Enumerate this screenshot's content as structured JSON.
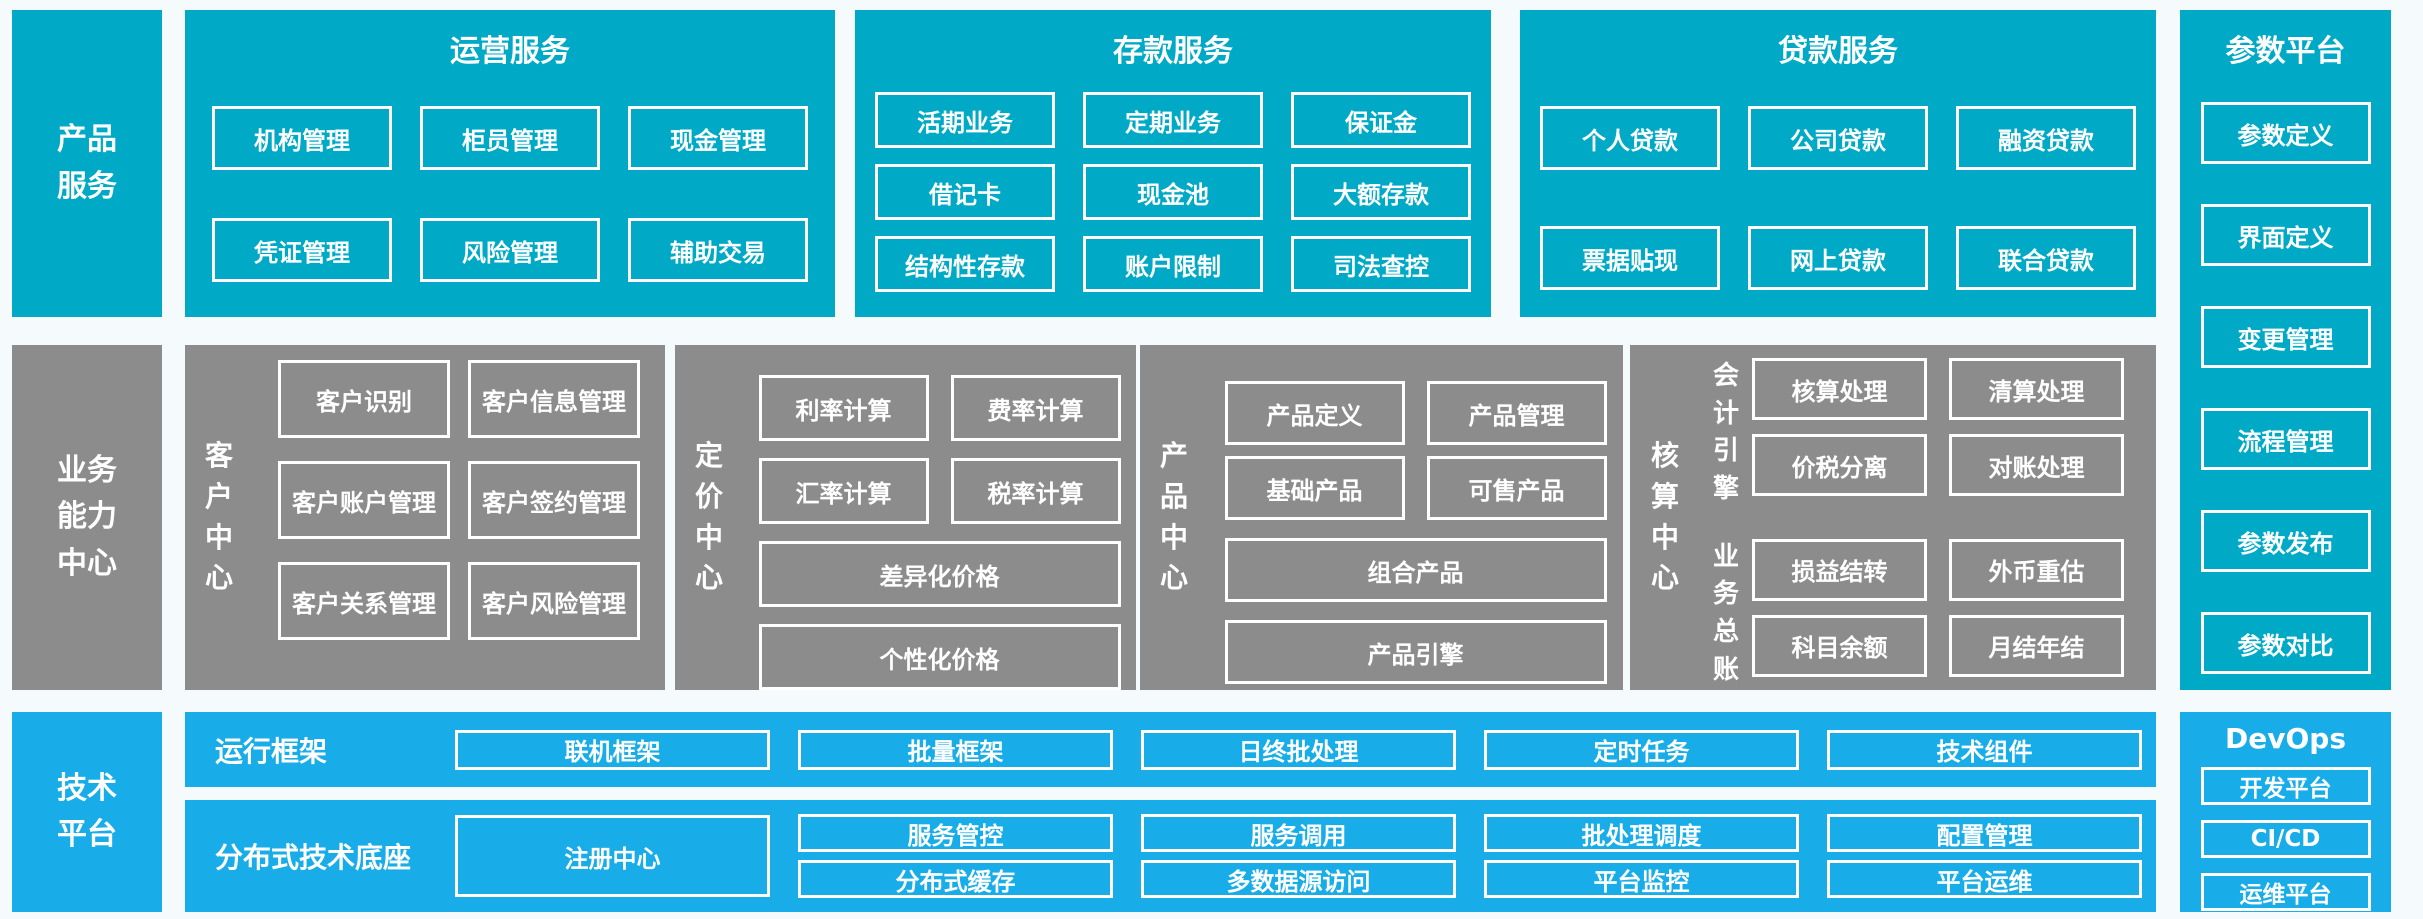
{
  "palette": {
    "teal": "#00AAC6",
    "gray": "#8C8C8C",
    "blue": "#18ADE9",
    "bg": "#F5FBFD",
    "fg": "#FFFFFF"
  },
  "row_labels": {
    "product_services": "产品服务",
    "business_capability_center": "业务能力中心",
    "technology_platform": "技术平台"
  },
  "operations_services": {
    "title": "运营服务",
    "boxes": [
      "机构管理",
      "柜员管理",
      "现金管理",
      "凭证管理",
      "风险管理",
      "辅助交易"
    ]
  },
  "deposit_services": {
    "title": "存款服务",
    "boxes": [
      "活期业务",
      "定期业务",
      "保证金",
      "借记卡",
      "现金池",
      "大额存款",
      "结构性存款",
      "账户限制",
      "司法查控"
    ]
  },
  "loan_services": {
    "title": "贷款服务",
    "boxes": [
      "个人贷款",
      "公司贷款",
      "融资贷款",
      "票据贴现",
      "网上贷款",
      "联合贷款"
    ]
  },
  "parameter_platform": {
    "title": "参数平台",
    "boxes": [
      "参数定义",
      "界面定义",
      "变更管理",
      "流程管理",
      "参数发布",
      "参数对比"
    ]
  },
  "customer_center": {
    "label": "客户中心",
    "boxes": [
      "客户识别",
      "客户信息管理",
      "客户账户管理",
      "客户签约管理",
      "客户关系管理",
      "客户风险管理"
    ]
  },
  "pricing_center": {
    "label": "定价中心",
    "boxes": [
      "利率计算",
      "费率计算",
      "汇率计算",
      "税率计算"
    ],
    "wide_boxes": [
      "差异化价格",
      "个性化价格"
    ]
  },
  "product_center": {
    "label": "产品中心",
    "boxes": [
      "产品定义",
      "产品管理",
      "基础产品",
      "可售产品"
    ],
    "wide_boxes": [
      "组合产品",
      "产品引擎"
    ]
  },
  "accounting_center": {
    "label": "核算中心",
    "groups": [
      {
        "label": "会计引擎",
        "boxes": [
          "核算处理",
          "清算处理",
          "价税分离",
          "对账处理"
        ]
      },
      {
        "label": "业务总账",
        "boxes": [
          "损益结转",
          "外币重估",
          "科目余额",
          "月结年结"
        ]
      }
    ]
  },
  "runtime_framework": {
    "label": "运行框架",
    "boxes": [
      "联机框架",
      "批量框架",
      "日终批处理",
      "定时任务",
      "技术组件"
    ]
  },
  "distributed_base": {
    "label": "分布式技术底座",
    "registry": "注册中心",
    "boxes": [
      "服务管控",
      "服务调用",
      "批处理调度",
      "配置管理",
      "分布式缓存",
      "多数据源访问",
      "平台监控",
      "平台运维"
    ]
  },
  "devops": {
    "title": "DevOps",
    "boxes": [
      "开发平台",
      "CI/CD",
      "运维平台"
    ]
  }
}
